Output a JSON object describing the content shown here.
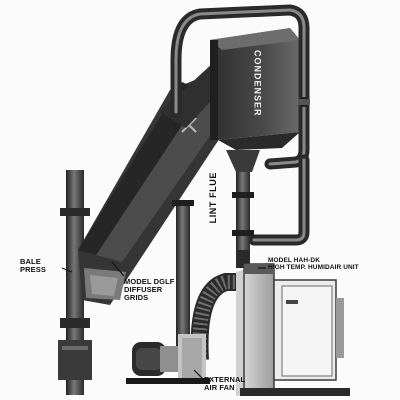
{
  "labels": {
    "condenser": "CONDENSER",
    "lint_flue": "LINT FLUE",
    "bale_press_1": "BALE",
    "bale_press_2": "PRESS",
    "diffuser_1": "MODEL DGLF",
    "diffuser_2": "DIFFUSER",
    "diffuser_3": "GRIDS",
    "humidair_1": "MODEL HAH-DK",
    "humidair_2": "HIGH TEMP. HUMIDAIR UNIT",
    "fan_1": "EXTERNAL",
    "fan_2": "AIR FAN"
  },
  "colors": {
    "duct_dark": "#3a3a3a",
    "duct_mid": "#5a5a5a",
    "metal_light": "#c8c8c8",
    "background": "#fdfdfd"
  }
}
